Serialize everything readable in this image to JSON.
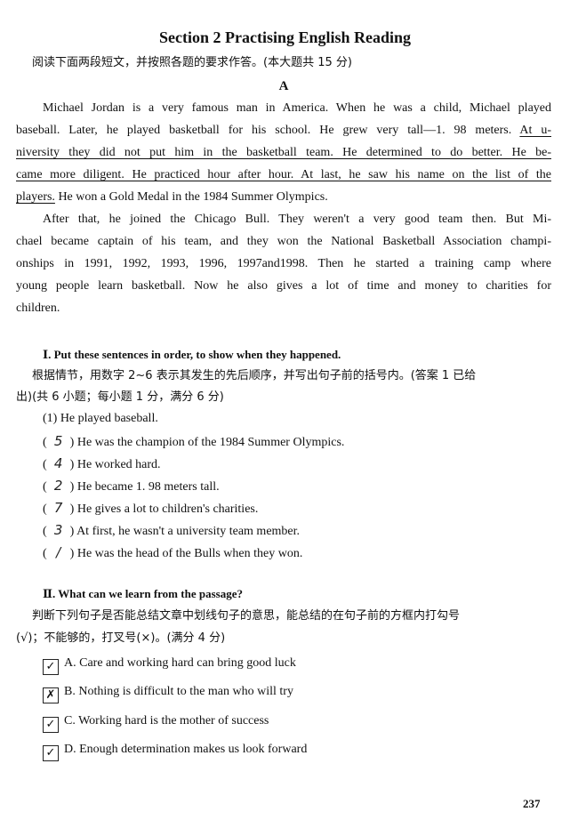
{
  "title": "Section 2 Practising English Reading",
  "instruction": "阅读下面两段短文，并按照各题的要求作答。(本大题共 15 分)",
  "passage_label": "A",
  "paragraph1": [
    [
      {
        "t": "Michael Jordan is a very famous man in America. When he was a child, Michael played",
        "u": false
      }
    ],
    [
      {
        "t": "baseball. Later, he played basketball for his school. He grew very tall—1. 98 meters. ",
        "u": false
      },
      {
        "t": "At u-",
        "u": true
      }
    ],
    [
      {
        "t": "niversity they did not put him in the basketball team. He determined to do better. He be-",
        "u": true
      }
    ],
    [
      {
        "t": "came more diligent. He practiced hour after hour. At last, he saw his name on the list of the",
        "u": true
      }
    ],
    [
      {
        "t": "players.",
        "u": true
      },
      {
        "t": " He won a Gold Medal in the 1984 Summer Olympics.",
        "u": false
      }
    ]
  ],
  "paragraph2": [
    "After that, he joined the Chicago Bull. They weren't a very good team then. But Mi-",
    "chael became captain of his team, and they won the National Basketball Association champi-",
    "onships in 1991, 1992, 1993, 1996, 1997and1998. Then he started a training camp where",
    "young people learn basketball. Now he also gives a lot of time and money to charities for",
    "children."
  ],
  "part1": {
    "heading": "Ⅰ. Put these sentences in order, to show when they happened.",
    "instruction_line1": "根据情节，用数字 2~6 表示其发生的先后顺序，并写出句子前的括号内。(答案 1 已给",
    "instruction_line2": "出)(共 6 小题；每小题 1 分，满分 6 分)",
    "given": "(1) He played baseball.",
    "items": [
      {
        "answer": "5",
        "text": "He was the champion of the 1984 Summer Olympics."
      },
      {
        "answer": "4",
        "text": "He worked hard."
      },
      {
        "answer": "2",
        "text": "He became 1. 98 meters tall."
      },
      {
        "answer": "7",
        "text": "He gives a lot to children's charities."
      },
      {
        "answer": "3",
        "text": "At first, he wasn't a university team member."
      },
      {
        "answer": "/",
        "text": "He was the head of the Bulls when they won."
      }
    ]
  },
  "part2": {
    "heading": "Ⅱ. What can we learn from the passage?",
    "instruction_line1": "判断下列句子是否能总结文章中划线句子的意思，能总结的在句子前的方框内打勾号",
    "instruction_line2": "(√)；不能够的，打叉号(×)。(满分 4 分)",
    "options": [
      {
        "mark": "✓",
        "text": "A.  Care and working hard can bring good luck"
      },
      {
        "mark": "✗",
        "text": "B.  Nothing is difficult to the man who will try"
      },
      {
        "mark": "✓",
        "text": "C.  Working hard is the mother of success"
      },
      {
        "mark": "✓",
        "text": "D.  Enough determination makes us look forward"
      }
    ]
  },
  "page_number": "237"
}
